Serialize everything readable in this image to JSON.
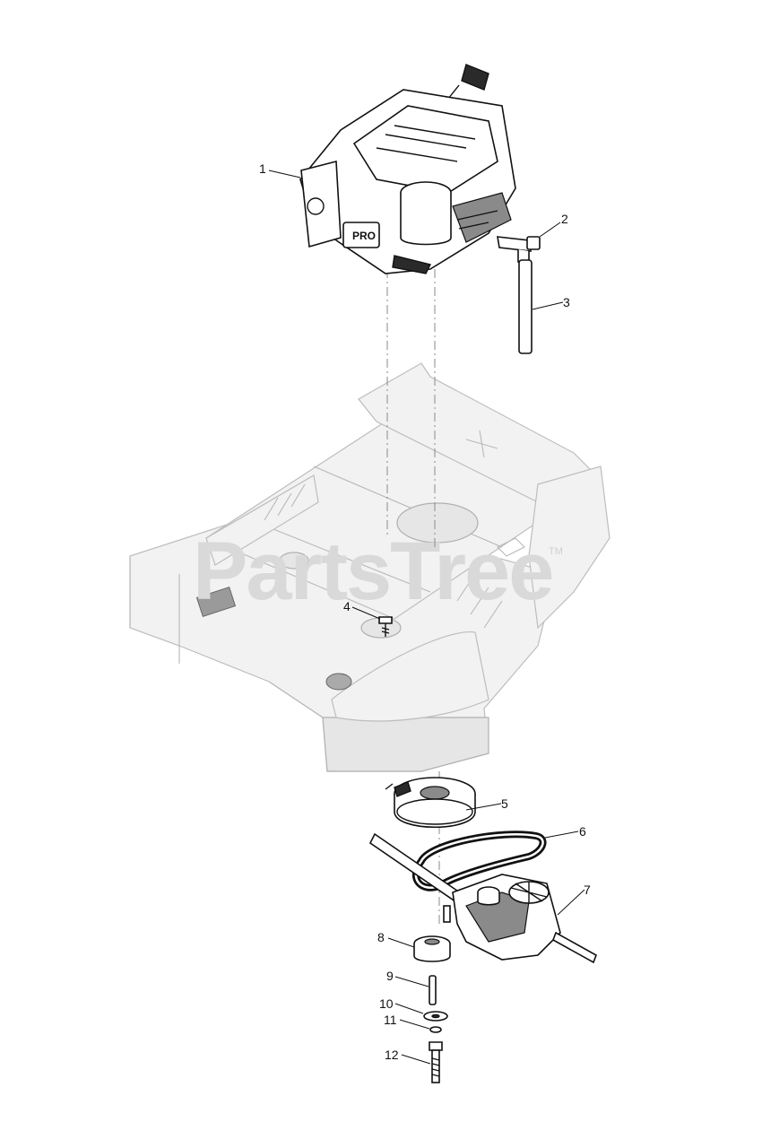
{
  "watermark": {
    "text": "PartsTree",
    "trademark": "TM"
  },
  "callouts": [
    {
      "number": "1",
      "part": "engine"
    },
    {
      "number": "2",
      "part": "fitting"
    },
    {
      "number": "3",
      "part": "hose"
    },
    {
      "number": "4",
      "part": "bolt"
    },
    {
      "number": "5",
      "part": "pto-clutch"
    },
    {
      "number": "6",
      "part": "belt"
    },
    {
      "number": "7",
      "part": "transaxle"
    },
    {
      "number": "8",
      "part": "pulley"
    },
    {
      "number": "9",
      "part": "key"
    },
    {
      "number": "10",
      "part": "washer"
    },
    {
      "number": "11",
      "part": "lock-washer"
    },
    {
      "number": "12",
      "part": "bolt"
    }
  ],
  "engine_badge": "PRO"
}
